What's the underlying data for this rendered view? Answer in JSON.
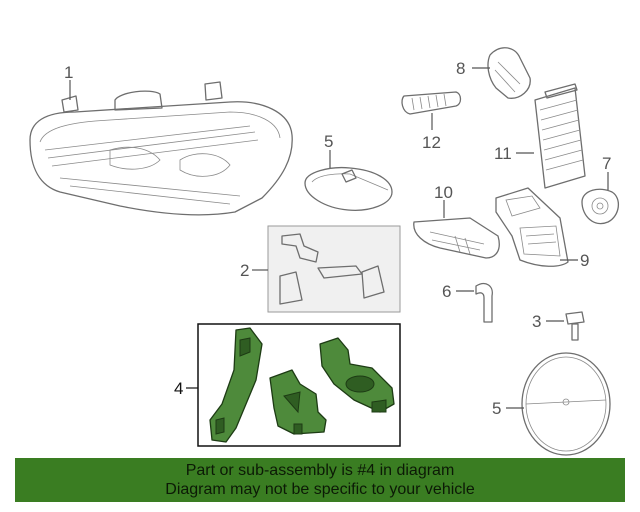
{
  "callouts": {
    "c1": "1",
    "c2": "2",
    "c3": "3",
    "c4": "4",
    "c5a": "5",
    "c5b": "5",
    "c6": "6",
    "c7": "7",
    "c8": "8",
    "c9": "9",
    "c10": "10",
    "c11": "11",
    "c12": "12"
  },
  "highlight": {
    "part_number": "4",
    "color": "#4e8a3b"
  },
  "banner": {
    "line1": "Part or sub-assembly is #4 in diagram",
    "line2": "Diagram may not be specific to your vehicle",
    "background": "#3a7d22"
  }
}
